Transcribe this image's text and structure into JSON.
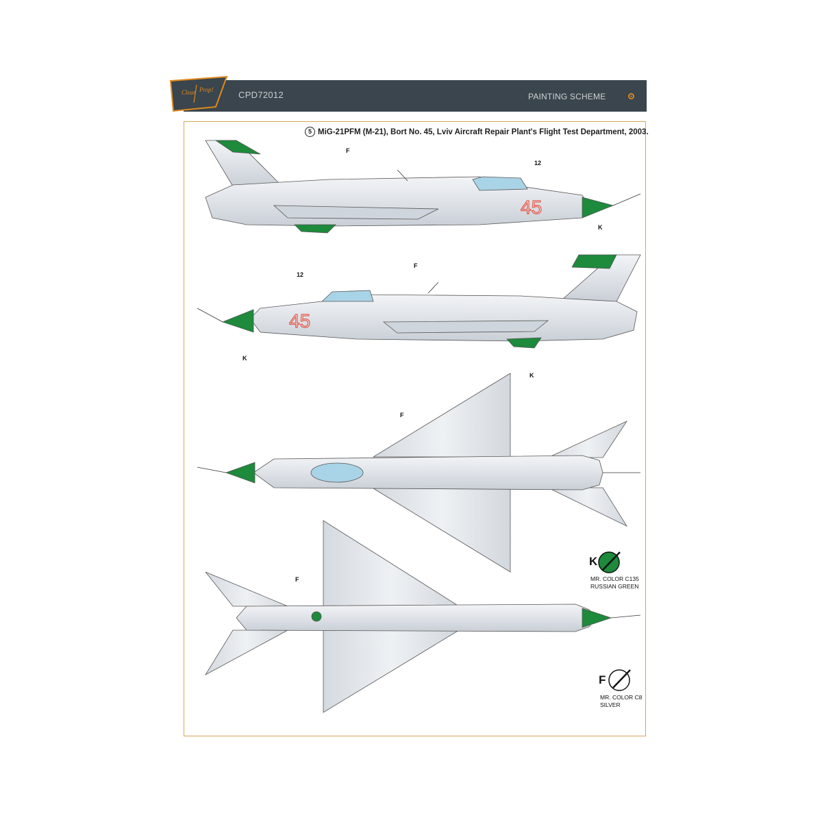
{
  "header": {
    "logo_text": "Clear Prop!",
    "product_code": "CPD72012",
    "section_title": "PAINTING SCHEME",
    "accent_color": "#e08a1e"
  },
  "caption": {
    "number": "5",
    "text": "MiG-21PFM (M-21), Bort No. 45, Lviv Aircraft Repair Plant's Flight Test Department, 2003."
  },
  "aircraft": {
    "bort_number": "45",
    "callouts": {
      "silver_label": "F",
      "green_label": "K",
      "stencil_number": "12"
    },
    "colors": {
      "silver": "#e3e7ec",
      "green": "#1d8a3c",
      "canopy": "#a9d3e6",
      "bort_outline": "#e8594a"
    }
  },
  "legend": [
    {
      "letter": "K",
      "line1": "MR. COLOR C135",
      "line2": "RUSSIAN GREEN",
      "icon": "green-paint-swatch-icon"
    },
    {
      "letter": "F",
      "line1": "MR. COLOR C8",
      "line2": "SILVER",
      "icon": "silver-paint-swatch-icon"
    }
  ]
}
